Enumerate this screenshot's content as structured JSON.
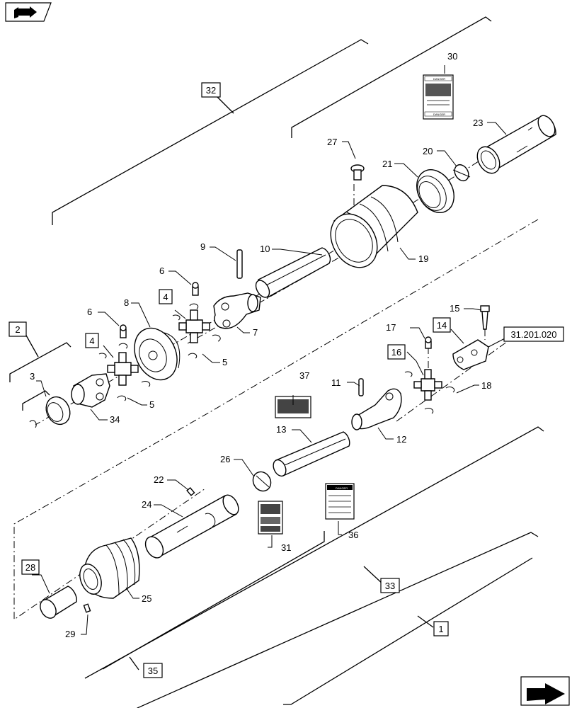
{
  "callouts": {
    "c1": "1",
    "c2": "2",
    "c3": "3",
    "c4a": "4",
    "c4b": "4",
    "c5a": "5",
    "c5b": "5",
    "c6a": "6",
    "c6b": "6",
    "c7": "7",
    "c8": "8",
    "c9": "9",
    "c10": "10",
    "c11": "11",
    "c12": "12",
    "c13": "13",
    "c14": "14",
    "c15": "15",
    "c16": "16",
    "c17": "17",
    "c18": "18",
    "c19": "19",
    "c20": "20",
    "c21": "21",
    "c22": "22",
    "c23": "23",
    "c24": "24",
    "c25": "25",
    "c26": "26",
    "c27": "27",
    "c28": "28",
    "c29": "29",
    "c30": "30",
    "c31": "31",
    "c32": "32",
    "c33": "33",
    "c34": "34",
    "c35": "35",
    "c36": "36",
    "c37": "37",
    "ref": "31.201.020"
  },
  "decals": {
    "danger_header": "DANGER",
    "danger_footer": "DANGER"
  },
  "icons": {
    "top_left": "book-arrow-icon",
    "bottom_right": "next-page-arrow-icon"
  }
}
